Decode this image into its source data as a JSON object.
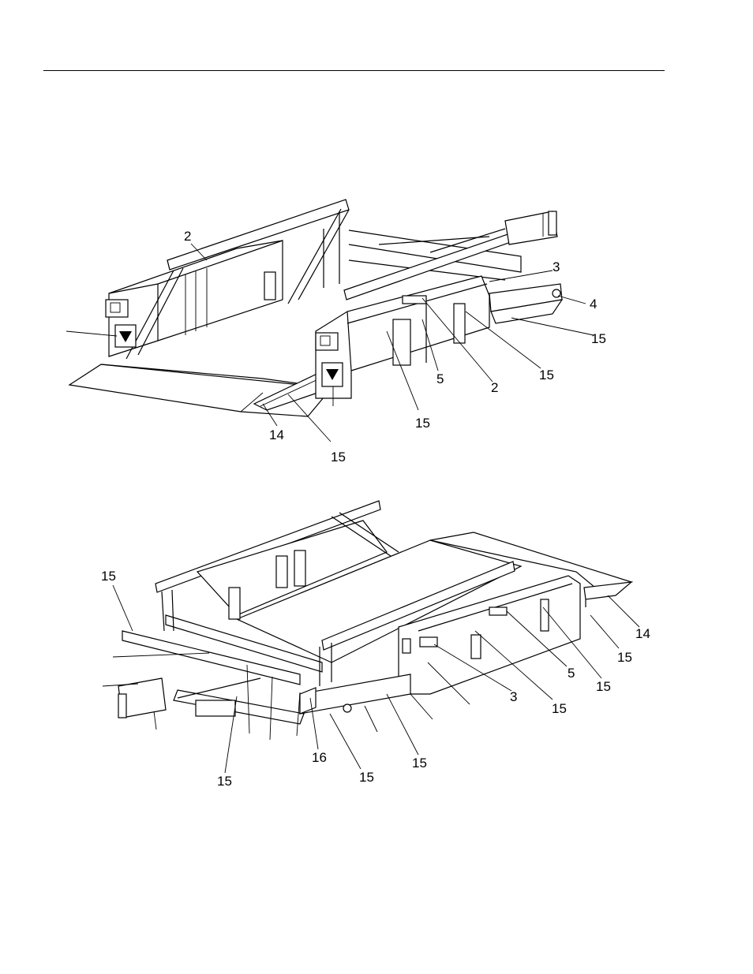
{
  "figures": [
    {
      "labels": [
        {
          "key": "a",
          "text": "2"
        },
        {
          "key": "b",
          "text": "3"
        },
        {
          "key": "c",
          "text": "4"
        },
        {
          "key": "d",
          "text": "15"
        },
        {
          "key": "e",
          "text": "15"
        },
        {
          "key": "f",
          "text": "5"
        },
        {
          "key": "g",
          "text": "2"
        },
        {
          "key": "h",
          "text": "15"
        },
        {
          "key": "i",
          "text": "14"
        },
        {
          "key": "j",
          "text": "15"
        }
      ]
    },
    {
      "labels": [
        {
          "key": "a",
          "text": "15"
        },
        {
          "key": "b",
          "text": "14"
        },
        {
          "key": "c",
          "text": "15"
        },
        {
          "key": "d",
          "text": "5"
        },
        {
          "key": "e",
          "text": "15"
        },
        {
          "key": "f",
          "text": "3"
        },
        {
          "key": "g",
          "text": "15"
        },
        {
          "key": "h",
          "text": "16"
        },
        {
          "key": "i",
          "text": "15"
        },
        {
          "key": "j",
          "text": "15"
        },
        {
          "key": "k",
          "text": "15"
        }
      ]
    }
  ]
}
